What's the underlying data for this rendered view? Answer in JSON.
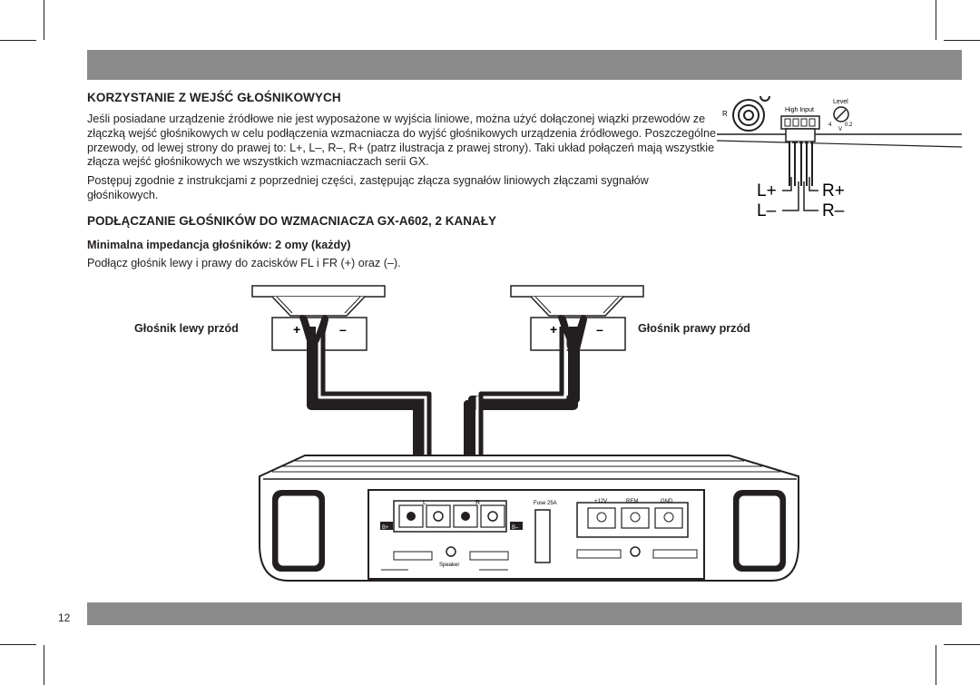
{
  "page": {
    "number": "12"
  },
  "section1": {
    "title": "KORZYSTANIE Z WEJŚĆ GŁOŚNIKOWYCH",
    "paragraph1": "Jeśli posiadane urządzenie źródłowe nie jest wyposażone w wyjścia liniowe, można użyć dołączonej wiązki przewodów ze złączką wejść głośnikowych w celu podłączenia wzmacniacza do wyjść głośnikowych urządzenia źródłowego. Poszczególne przewody, od lewej strony do prawej to: L+, L–, R–, R+ (patrz ilustracja z prawej strony). Taki układ połączeń mają wszystkie złącza wejść głośnikowych we wszystkich wzmacniaczach serii GX.",
    "paragraph2": "Postępuj zgodnie z instrukcjami z poprzedniej części, zastępując złącza sygnałów liniowych złączami sygnałów głośnikowych."
  },
  "section2": {
    "title": "PODŁĄCZANIE GŁOŚNIKÓW DO WZMACNIACZA GX-A602, 2 KANAŁY",
    "subtitle": "Minimalna impedancja głośników: 2 omy (każdy)",
    "paragraph": "Podłącz głośnik lewy i prawy do zacisków FL i FR (+) oraz (–)."
  },
  "input_diagram": {
    "r_label": "R",
    "high_input_label": "High Input",
    "level_label": "Level",
    "level_min": "4",
    "level_max": "0.2",
    "level_unit": "V",
    "pin_labels": [
      "L+",
      "L–",
      "R+",
      "R–"
    ]
  },
  "wiring_diagram": {
    "speaker_left_label": "Głośnik lewy przód",
    "speaker_right_label": "Głośnik prawy przód",
    "plus": "+",
    "minus": "–",
    "amp": {
      "channel_l": "L",
      "channel_r": "R",
      "bridge_plus": "B+",
      "bridge_minus": "B–",
      "fuse": "Fuse 25A",
      "power_12v": "+12V",
      "rem": "REM",
      "gnd": "GND",
      "speaker": "Speaker"
    }
  },
  "colors": {
    "bars": "#8a8a8a",
    "ink": "#231f20"
  }
}
